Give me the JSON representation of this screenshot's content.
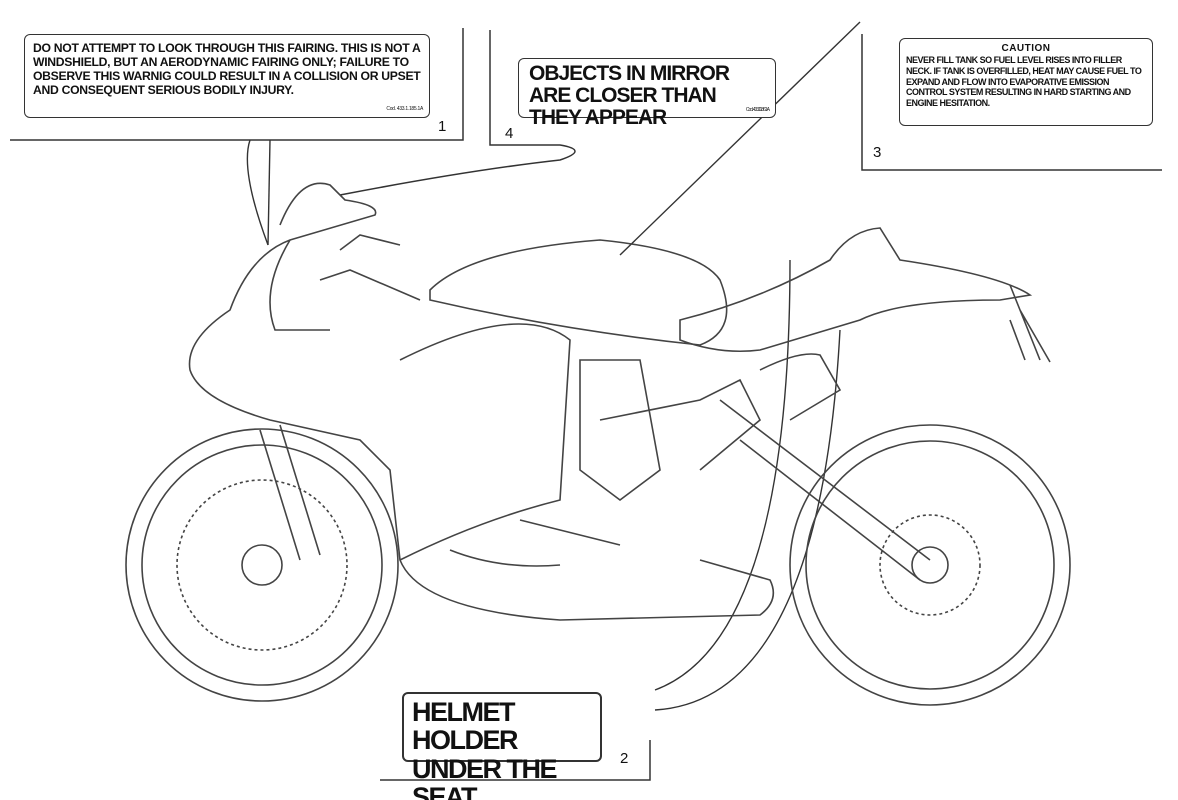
{
  "labels": [
    {
      "number": "1",
      "text": "DO NOT ATTEMPT TO LOOK THROUGH THIS FAIRING. THIS IS NOT A WINDSHIELD, BUT AN AERODYNAMIC FAIRING ONLY; FAILURE TO OBSERVE THIS WARNIG COULD RESULT IN A COLLISION OR UPSET AND CONSEQUENT SERIOUS BODILY INJURY.",
      "code": "Cod. 433.1.185.1A"
    },
    {
      "number": "2",
      "text": "HELMET HOLDER UNDER THE SEAT"
    },
    {
      "number": "3",
      "title": "CAUTION",
      "text": "NEVER FILL TANK SO FUEL LEVEL RISES INTO FILLER NECK. IF TANK IS OVERFILLED, HEAT MAY CAUSE FUEL TO EXPAND AND FLOW INTO EVAPORATIVE EMISSION CONTROL SYSTEM RESULTING IN HARD STARTING AND ENGINE HESITATION."
    },
    {
      "number": "4",
      "text": "OBJECTS IN MIRROR ARE CLOSER THAN THEY APPEAR",
      "code": "Cod. 43311861A"
    }
  ]
}
